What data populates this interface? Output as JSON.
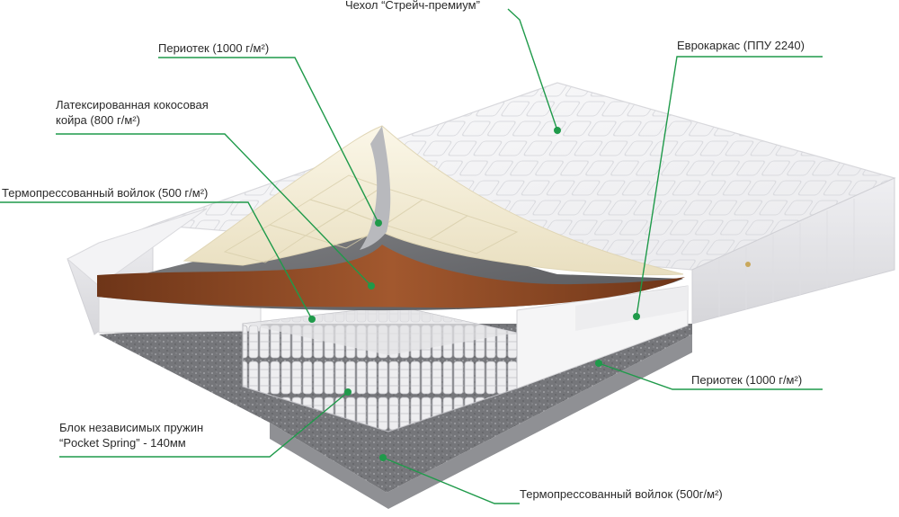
{
  "labels": {
    "cover": "Чехол “Стрейч-премиум”",
    "perioteks_top": "Периотек (1000 г/м²)",
    "coir_line1": "Латексированная кокосовая",
    "coir_line2": "койра (800 г/м²)",
    "felt_top": "Термопрессованный войлок (500 г/м²)",
    "eurocarcass": "Еврокаркас (ППУ 2240)",
    "perioteks_right": "Периотек (1000 г/м²)",
    "springs_line1": "Блок независимых пружин",
    "springs_line2": "“Pocket Spring” - 140мм",
    "felt_bottom": "Термопрессованный войлок (500г/м²)"
  },
  "colors": {
    "leader": "#1f9a4a",
    "cover": "#f4f4f6",
    "quilt": "#dcdde2",
    "latex": "#f3ecd6",
    "coir": "#8a4a2a",
    "felt": "#6f7072",
    "foam": "#f2f2f2",
    "springs": "#d9d9dc"
  }
}
